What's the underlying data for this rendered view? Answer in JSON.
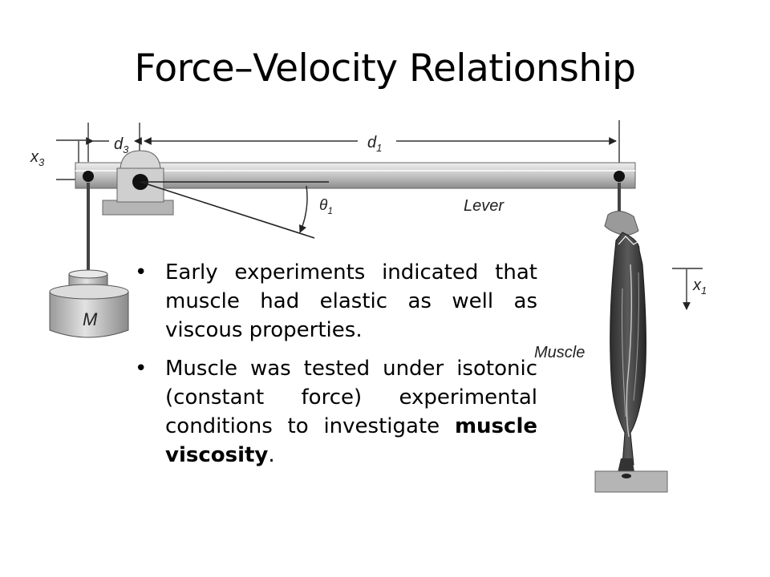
{
  "slide": {
    "title": "Force–Velocity Relationship"
  },
  "diagram": {
    "labels": {
      "x3": "x",
      "x3_sub": "3",
      "d3": "d",
      "d3_sub": "3",
      "d1": "d",
      "d1_sub": "1",
      "theta1": "θ",
      "theta1_sub": "1",
      "lever": "Lever",
      "mass": "M",
      "muscle": "Muscle",
      "x1": "x",
      "x1_sub": "1"
    },
    "colors": {
      "metal_light": "#d8d8d8",
      "metal_mid": "#a9a9a9",
      "metal_dark": "#4a4a4a",
      "muscle": "#3d3d3d"
    }
  },
  "bullets": [
    {
      "text": "Early experiments indicated that muscle had elastic as well as viscous properties."
    },
    {
      "pre": "Muscle was tested under isotonic (constant force) experimental conditions to investigate ",
      "bold": "muscle viscosity",
      "post": "."
    }
  ]
}
